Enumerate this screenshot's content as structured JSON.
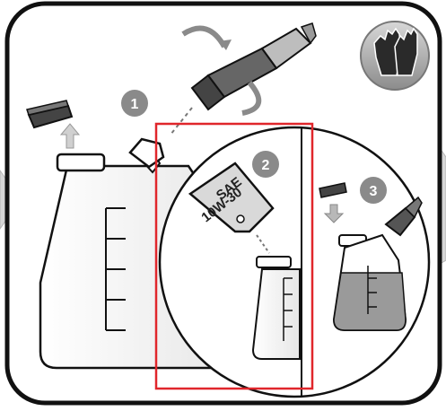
{
  "steps": [
    {
      "number": "1"
    },
    {
      "number": "2"
    },
    {
      "number": "3"
    }
  ],
  "oil_bottle": {
    "line1": "SAE",
    "line2": "10W-30"
  },
  "icons": {
    "gloves": "gloves-icon",
    "next": "chevron-right-icon",
    "prev": "chevron-left-icon"
  },
  "colors": {
    "frame": "#111111",
    "highlight": "#e0262b",
    "badge": "#8a8a8a",
    "oil": "#9a9a9a",
    "arrow": "#cfcfcf"
  },
  "highlight_box": {
    "label": ""
  }
}
